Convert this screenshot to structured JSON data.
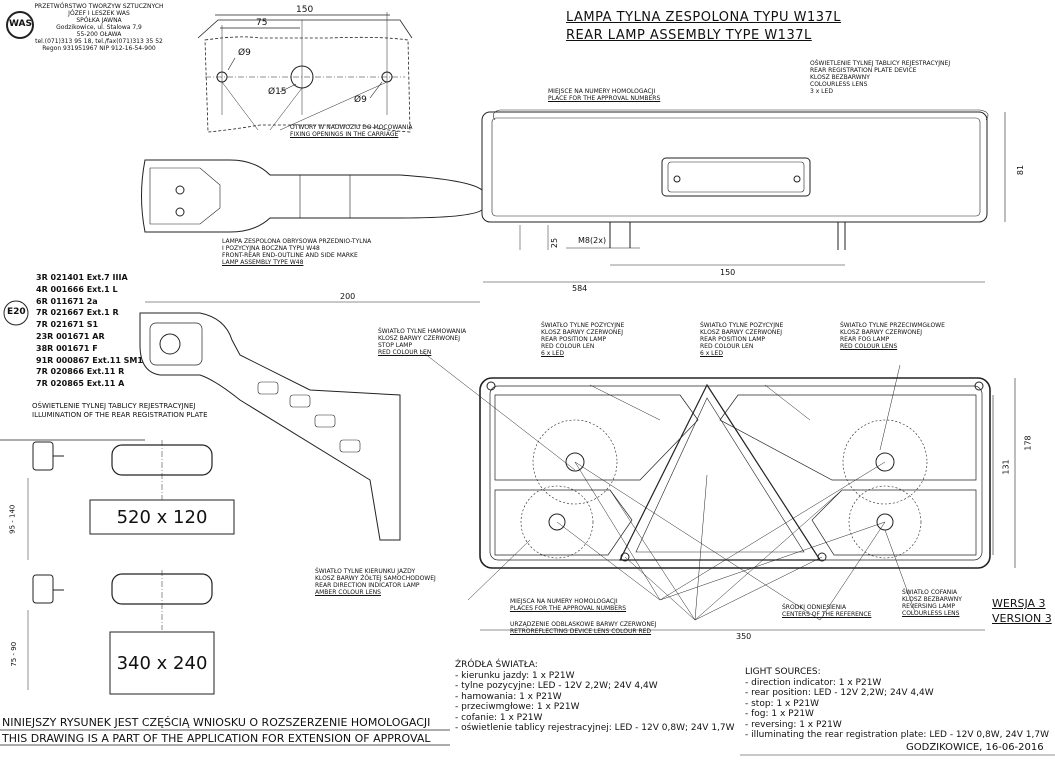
{
  "company": {
    "lines": [
      "PRZETWÓRSTWO TWORZYW SZTUCZNYCH",
      "JÓZEF I LESZEK WAS",
      "SPÓŁKA JAWNA",
      "Godzikowice, ul. Stalowa 7,9",
      "55-200 OŁAWA",
      "tel.(071)313 95 18, tel./fax(071)313 35 52",
      "Regon 931951967 NIP 912-16-54-900"
    ],
    "logo": "WAS"
  },
  "title": {
    "pl": "LAMPA TYLNA ZESPOLONA TYPU W137L",
    "en": "REAR LAMP ASSEMBLY TYPE W137L"
  },
  "holes": {
    "d150": "150",
    "d75": "75",
    "phi9a": "Ø9",
    "phi15": "Ø15",
    "phi9b": "Ø9",
    "label_pl": "OTWORY W NADWOZIU DO MOCOWANIA",
    "label_en": "FIXING OPENINGS IN THE CARRIAGE"
  },
  "top_view": {
    "approval": [
      "MIEJSCE NA NUMERY HOMOLOGACJI",
      "PLACE FOR THE APPROVAL NUMBERS"
    ],
    "plate": [
      "OŚWIETLENIE TYLNEJ TABLICY REJESTRACYJNEJ",
      "REAR REGISTRATION PLATE DEVICE",
      "KLOSZ BEZBARWNY",
      "COLOURLESS LENS",
      "3 x LED"
    ],
    "d81": "81",
    "d25": "25",
    "m8": "M8(2x)",
    "d150": "150",
    "d584": "584"
  },
  "w48": [
    "LAMPA ZESPOLONA OBRYSOWA PRZEDNIO-TYLNA",
    "I POZYCYJNA BOCZNA TYPU W48",
    "FRONT-REAR END-OUTLINE AND SIDE MARKE",
    "LAMP ASSEMBLY TYPE W48"
  ],
  "e_mark": "E20",
  "approvals": [
    "3R 021401 Ext.7 IIIA",
    "4R 001666 Ext.1 L",
    "6R 011671 2a",
    "7R 021667 Ext.1 R",
    "7R 021671 S1",
    "23R 001671 AR",
    "38R 001671 F",
    "91R 000867 Ext.11 SM1",
    "7R 020866 Ext.11 R",
    "7R 020865 Ext.11 A"
  ],
  "plate_illum": [
    "OŚWIETLENIE TYLNEJ TABLICY REJESTRACYJNEJ",
    "ILLUMINATION OF THE REAR REGISTRATION PLATE"
  ],
  "front": {
    "d200": "200",
    "d350": "350",
    "d178": "178",
    "d131": "131",
    "stop": [
      "ŚWIATŁO TYLNE  HAMOWANIA",
      "KLOSZ BARWY CZERWONEJ",
      "STOP LAMP",
      "RED COLOUR LEN"
    ],
    "pos1": [
      "ŚWIATŁO TYLNE POZYCYJNE",
      "KLOSZ BARWY CZERWONEJ",
      "REAR POSITION LAMP",
      "RED COLOUR LEN",
      "6 x LED"
    ],
    "pos2": [
      "ŚWIATŁO TYLNE POZYCYJNE",
      "KLOSZ BARWY CZERWONEJ",
      "REAR POSITION LAMP",
      "RED COLOUR LEN",
      "6 x LED"
    ],
    "fog": [
      "ŚWIATŁO TYLNE PRZECIWMGŁOWE",
      "KLOSZ BARWY CZERWONEJ",
      "REAR FOG LAMP",
      "RED COLOUR LENS"
    ],
    "indicator": [
      "ŚWIATŁO TYLNE KIERUNKU JAZDY",
      "KLOSZ BARWY ŻÓŁTEJ SAMOCHODOWEJ",
      "REAR DIRECTION INDICATOR LAMP",
      "AMBER COLOUR LENS"
    ],
    "approval2": [
      "MIEJSCA NA NUMERY HOMOLOGACJI",
      "PLACES FOR THE APPROVAL NUMBERS"
    ],
    "retro": [
      "URZĄDZENIE ODBLASKOWE BARWY CZERWONEJ",
      "RETROREFLECTING DEVICE LENS COLOUR RED"
    ],
    "centers": [
      "ŚRODKI ODNIESIENIA",
      "CENTERS OF THE REFERENCE"
    ],
    "reverse": [
      "ŚWIATŁO COFANIA",
      "KLOSZ BEZBARWNY",
      "REVERSING LAMP",
      "COLOURLESS LENS"
    ]
  },
  "plates": {
    "a": "520 x 120",
    "b": "340 x 240",
    "dim_a": "95 - 140",
    "dim_b": "75 - 90"
  },
  "version": {
    "pl": "WERSJA 3",
    "en": "VERSION 3"
  },
  "sources_pl": {
    "title": "ŹRÓDŁA ŚWIATŁA:",
    "items": [
      "- kierunku jazdy: 1 x P21W",
      "- tylne pozycyjne: LED - 12V 2,2W;  24V 4,4W",
      "- hamowania: 1 x P21W",
      "- przeciwmgłowe: 1 x P21W",
      "- cofanie: 1 x P21W",
      "- oświetlenie tablicy rejestracyjnej: LED - 12V 0,8W;  24V 1,7W"
    ]
  },
  "sources_en": {
    "title": "LIGHT SOURCES:",
    "items": [
      "- direction indicator: 1 x P21W",
      "- rear position: LED - 12V 2,2W;  24V 4,4W",
      "- stop: 1 x P21W",
      "- fog: 1 x P21W",
      "- reversing: 1 x P21W",
      "- illuminating the rear registration plate: LED - 12V 0,8W,  24V 1,7W"
    ]
  },
  "footer": {
    "pl": "NINIEJSZY RYSUNEK JEST CZĘŚCIĄ  WNIOSKU O  ROZSZERZENIE HOMOLOGACJI",
    "en": "THIS DRAWING IS A PART OF THE APPLICATION FOR EXTENSION OF  APPROVAL",
    "place_date": "GODZIKOWICE,  16-06-2016"
  }
}
